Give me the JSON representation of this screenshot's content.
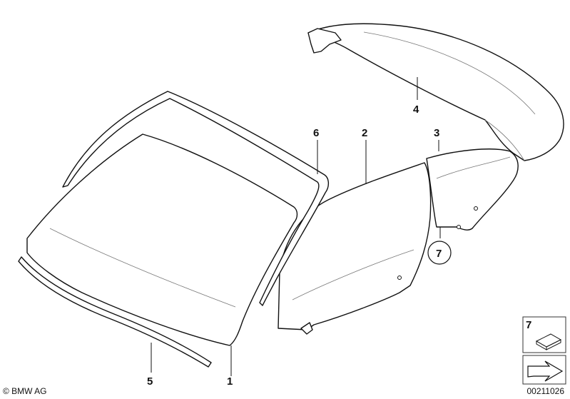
{
  "callouts": {
    "windscreen": "1",
    "door_glass": "2",
    "side_window": "3",
    "rear_window": "4",
    "lower_seal": "5",
    "windscreen_seal": "6",
    "clip": "7"
  },
  "legend": {
    "item_number": "7"
  },
  "footer": {
    "copyright": "© BMW AG",
    "document_number": "00211026"
  }
}
